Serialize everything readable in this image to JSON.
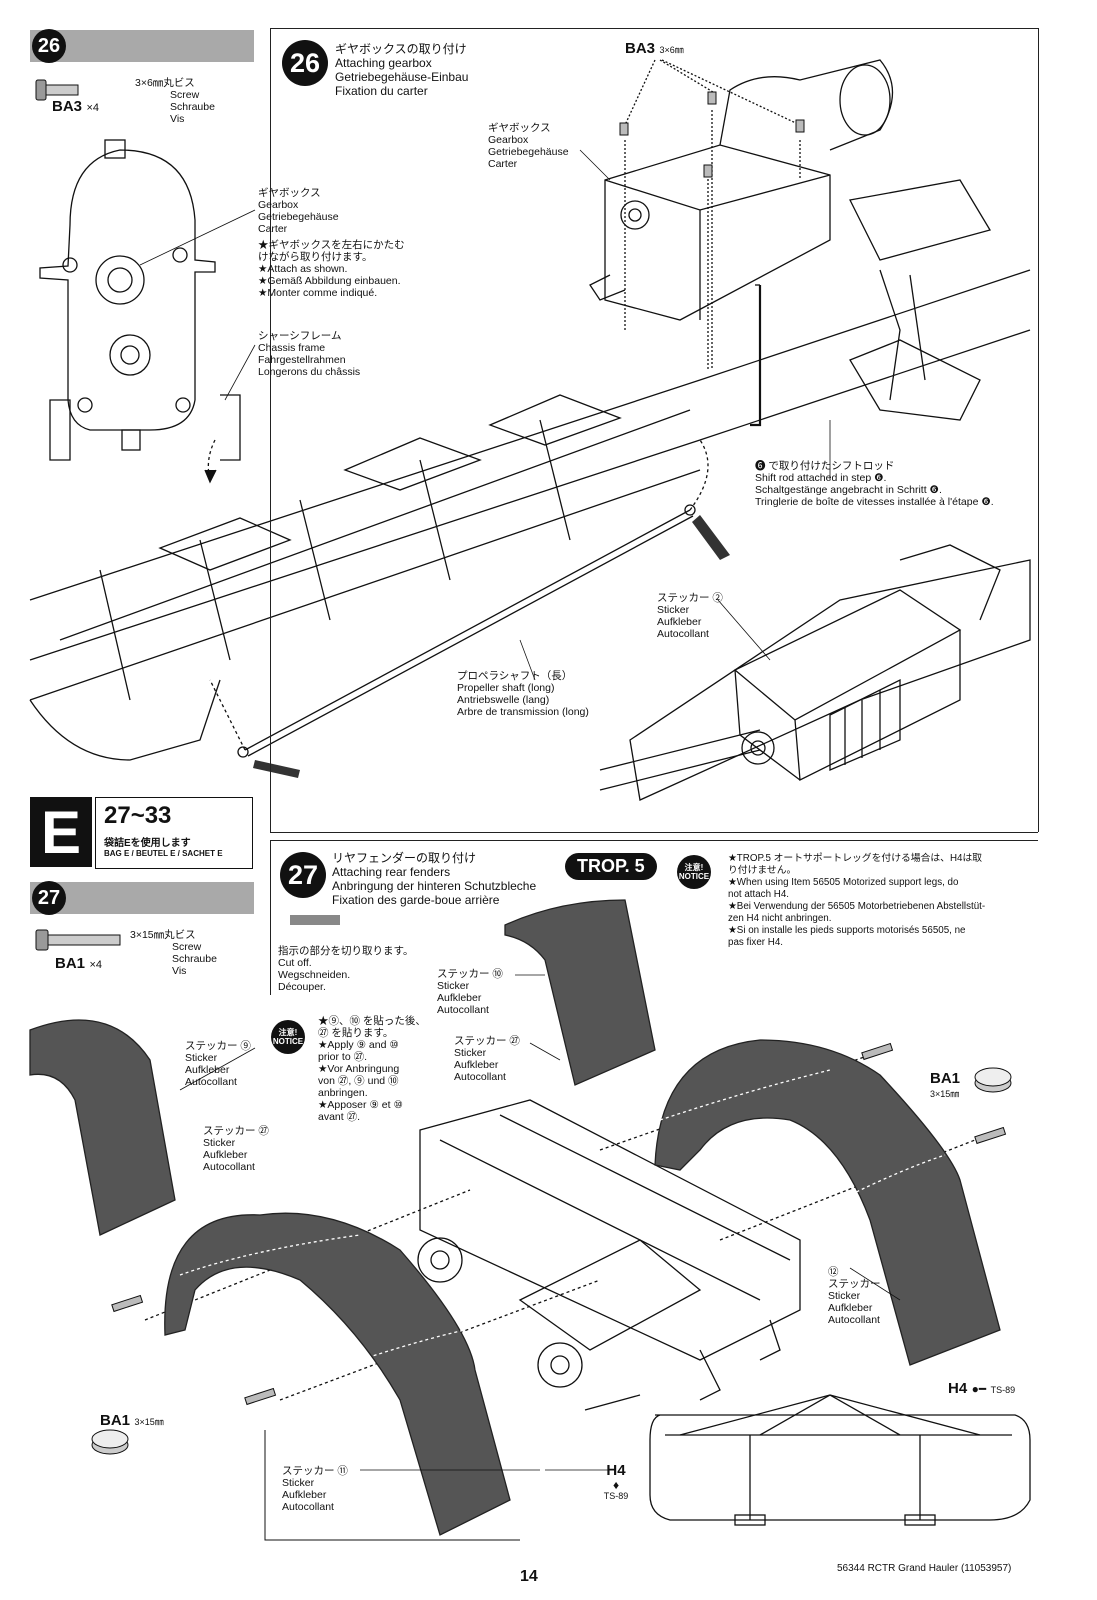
{
  "step26": {
    "number": "26",
    "screw_size": "3×6㎜丸ビス",
    "screw_names": [
      "Screw",
      "Schraube",
      "Vis"
    ],
    "screw_code": "BA3",
    "screw_qty": "×4",
    "title_jp": "ギヤボックスの取り付け",
    "title_en": "Attaching gearbox",
    "title_de": "Getriebegehäuse-Einbau",
    "title_fr": "Fixation du carter",
    "ba3_callout": "BA3",
    "ba3_callout_size": "3×6㎜",
    "gearbox_left": [
      "ギヤボックス",
      "Gearbox",
      "Getriebegehäuse",
      "Carter"
    ],
    "attach_note": [
      "★ギヤボックスを左右にかたむ",
      "けながら取り付けます。",
      "★Attach as shown.",
      "★Gemäß Abbildung einbauen.",
      "★Monter comme indiqué."
    ],
    "chassis": [
      "シャーシフレーム",
      "Chassis frame",
      "Fahrgestellrahmen",
      "Longerons du châssis"
    ],
    "gearbox_right": [
      "ギヤボックス",
      "Gearbox",
      "Getriebegehäuse",
      "Carter"
    ],
    "shift_rod": [
      "❻ で取り付けたシフトロッド",
      "Shift rod attached in step ❻.",
      "Schaltgestänge angebracht in Schritt ❻.",
      "Tringlerie de boîte de vitesses installée à l'étape ❻."
    ],
    "sticker2": [
      "ステッカー ②",
      "Sticker",
      "Aufkleber",
      "Autocollant"
    ],
    "prop_shaft": [
      "プロペラシャフト（長）",
      "Propeller shaft (long)",
      "Antriebswelle (lang)",
      "Arbre de transmission (long)"
    ]
  },
  "bag": {
    "letter": "E",
    "range": "27~33",
    "jp": "袋詰Eを使用します",
    "en": "BAG E / BEUTEL E / SACHET E"
  },
  "step27": {
    "number": "27",
    "screw_size": "3×15㎜丸ビス",
    "screw_names": [
      "Screw",
      "Schraube",
      "Vis"
    ],
    "screw_code": "BA1",
    "screw_qty": "×4",
    "title_jp": "リヤフェンダーの取り付け",
    "title_en": "Attaching rear fenders",
    "title_de": "Anbringung der hinteren Schutzbleche",
    "title_fr": "Fixation des garde-boue arrière",
    "cut_note": [
      "指示の部分を切り取ります。",
      "Cut off.",
      "Wegschneiden.",
      "Découper."
    ],
    "sticker9": [
      "ステッカー ⑨",
      "Sticker",
      "Aufkleber",
      "Autocollant"
    ],
    "sticker27a": [
      "ステッカー ㉗",
      "Sticker",
      "Aufkleber",
      "Autocollant"
    ],
    "sticker10": [
      "ステッカー ⑩",
      "Sticker",
      "Aufkleber",
      "Autocollant"
    ],
    "sticker27b": [
      "ステッカー ㉗",
      "Sticker",
      "Aufkleber",
      "Autocollant"
    ],
    "sticker12": [
      "⑫",
      "ステッカー",
      "Sticker",
      "Aufkleber",
      "Autocollant"
    ],
    "sticker11": [
      "ステッカー ⑪",
      "Sticker",
      "Aufkleber",
      "Autocollant"
    ],
    "notice_note": [
      "★⑨、⑩ を貼った後、",
      "㉗ を貼ります。",
      "★Apply ⑨ and ⑩",
      "prior to ㉗.",
      "★Vor Anbringung",
      "von ㉗, ⑨ und ⑩",
      "anbringen.",
      "★Apposer ⑨ et ⑩",
      "avant ㉗."
    ],
    "notice_badge": [
      "注意!",
      "NOTICE"
    ],
    "trop_label": "TROP. 5",
    "trop_note": [
      "★TROP.5 オートサポートレッグを付ける場合は、H4は取",
      "り付けません。",
      "★When using Item 56505 Motorized support legs, do",
      "not attach H4.",
      "★Bei Verwendung der 56505 Motorbetriebenen Abstellstüt-",
      "zen H4 nicht anbringen.",
      "★Si on installe les pieds supports motorisés 56505, ne",
      "pas fixer H4."
    ],
    "ba1_right": "BA1",
    "ba1_right_size": "3×15㎜",
    "ba1_left": "BA1",
    "ba1_left_size": "3×15㎜",
    "h4_right": "H4",
    "h4_right_ts": "TS-89",
    "h4_bottom": "H4",
    "h4_bottom_ts": "TS-89"
  },
  "footer": {
    "page": "14",
    "code": "56344 RCTR Grand Hauler (11053957)"
  }
}
